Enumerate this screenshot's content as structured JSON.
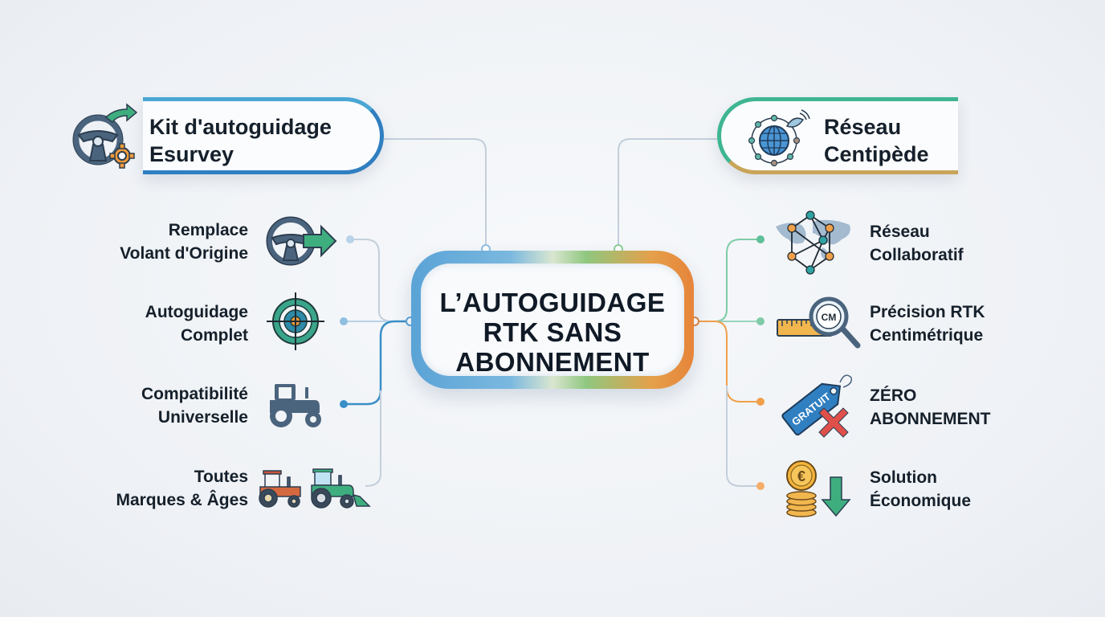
{
  "center": {
    "line1": "L’AUTOGUIDAGE",
    "line2": "RTK SANS",
    "line3": "ABONNEMENT"
  },
  "left_header": {
    "line1": "Kit d'autoguidage",
    "line2": "Esurvey",
    "icon": "steering-wheel-gear-icon",
    "accent": "#2f7fc1"
  },
  "right_header": {
    "line1": "Réseau",
    "line2": "Centipède",
    "icon": "globe-network-satellite-icon",
    "accent": "#3fb592"
  },
  "left_items": [
    {
      "line1": "Remplace",
      "line2": "Volant d'Origine",
      "icon": "steering-wheel-arrow-icon"
    },
    {
      "line1": "Autoguidage",
      "line2": "Complet",
      "icon": "target-crosshair-icon"
    },
    {
      "line1": "Compatibilité",
      "line2": "Universelle",
      "icon": "tractor-icon"
    },
    {
      "line1": "Toutes",
      "line2": "Marques & Âges",
      "icon": "tractors-icon"
    }
  ],
  "right_items": [
    {
      "line1": "Réseau",
      "line2": "Collaboratif",
      "icon": "world-network-icon"
    },
    {
      "line1": "Précision RTK",
      "line2": "Centimétrique",
      "icon": "ruler-magnifier-icon"
    },
    {
      "line1": "ZÉRO",
      "line2": "ABONNEMENT",
      "icon": "free-tag-cross-icon"
    },
    {
      "line1": "Solution",
      "line2": "Économique",
      "icon": "euro-coins-down-icon"
    }
  ],
  "icon_text": {
    "cm": "CM",
    "gratuit": "GRATUIT",
    "euro": "€"
  },
  "colors": {
    "blue": "#2f7fc1",
    "light_blue": "#8fbfe0",
    "green": "#3fb592",
    "orange": "#f0a04b",
    "grey_line": "#c3cfdb"
  }
}
